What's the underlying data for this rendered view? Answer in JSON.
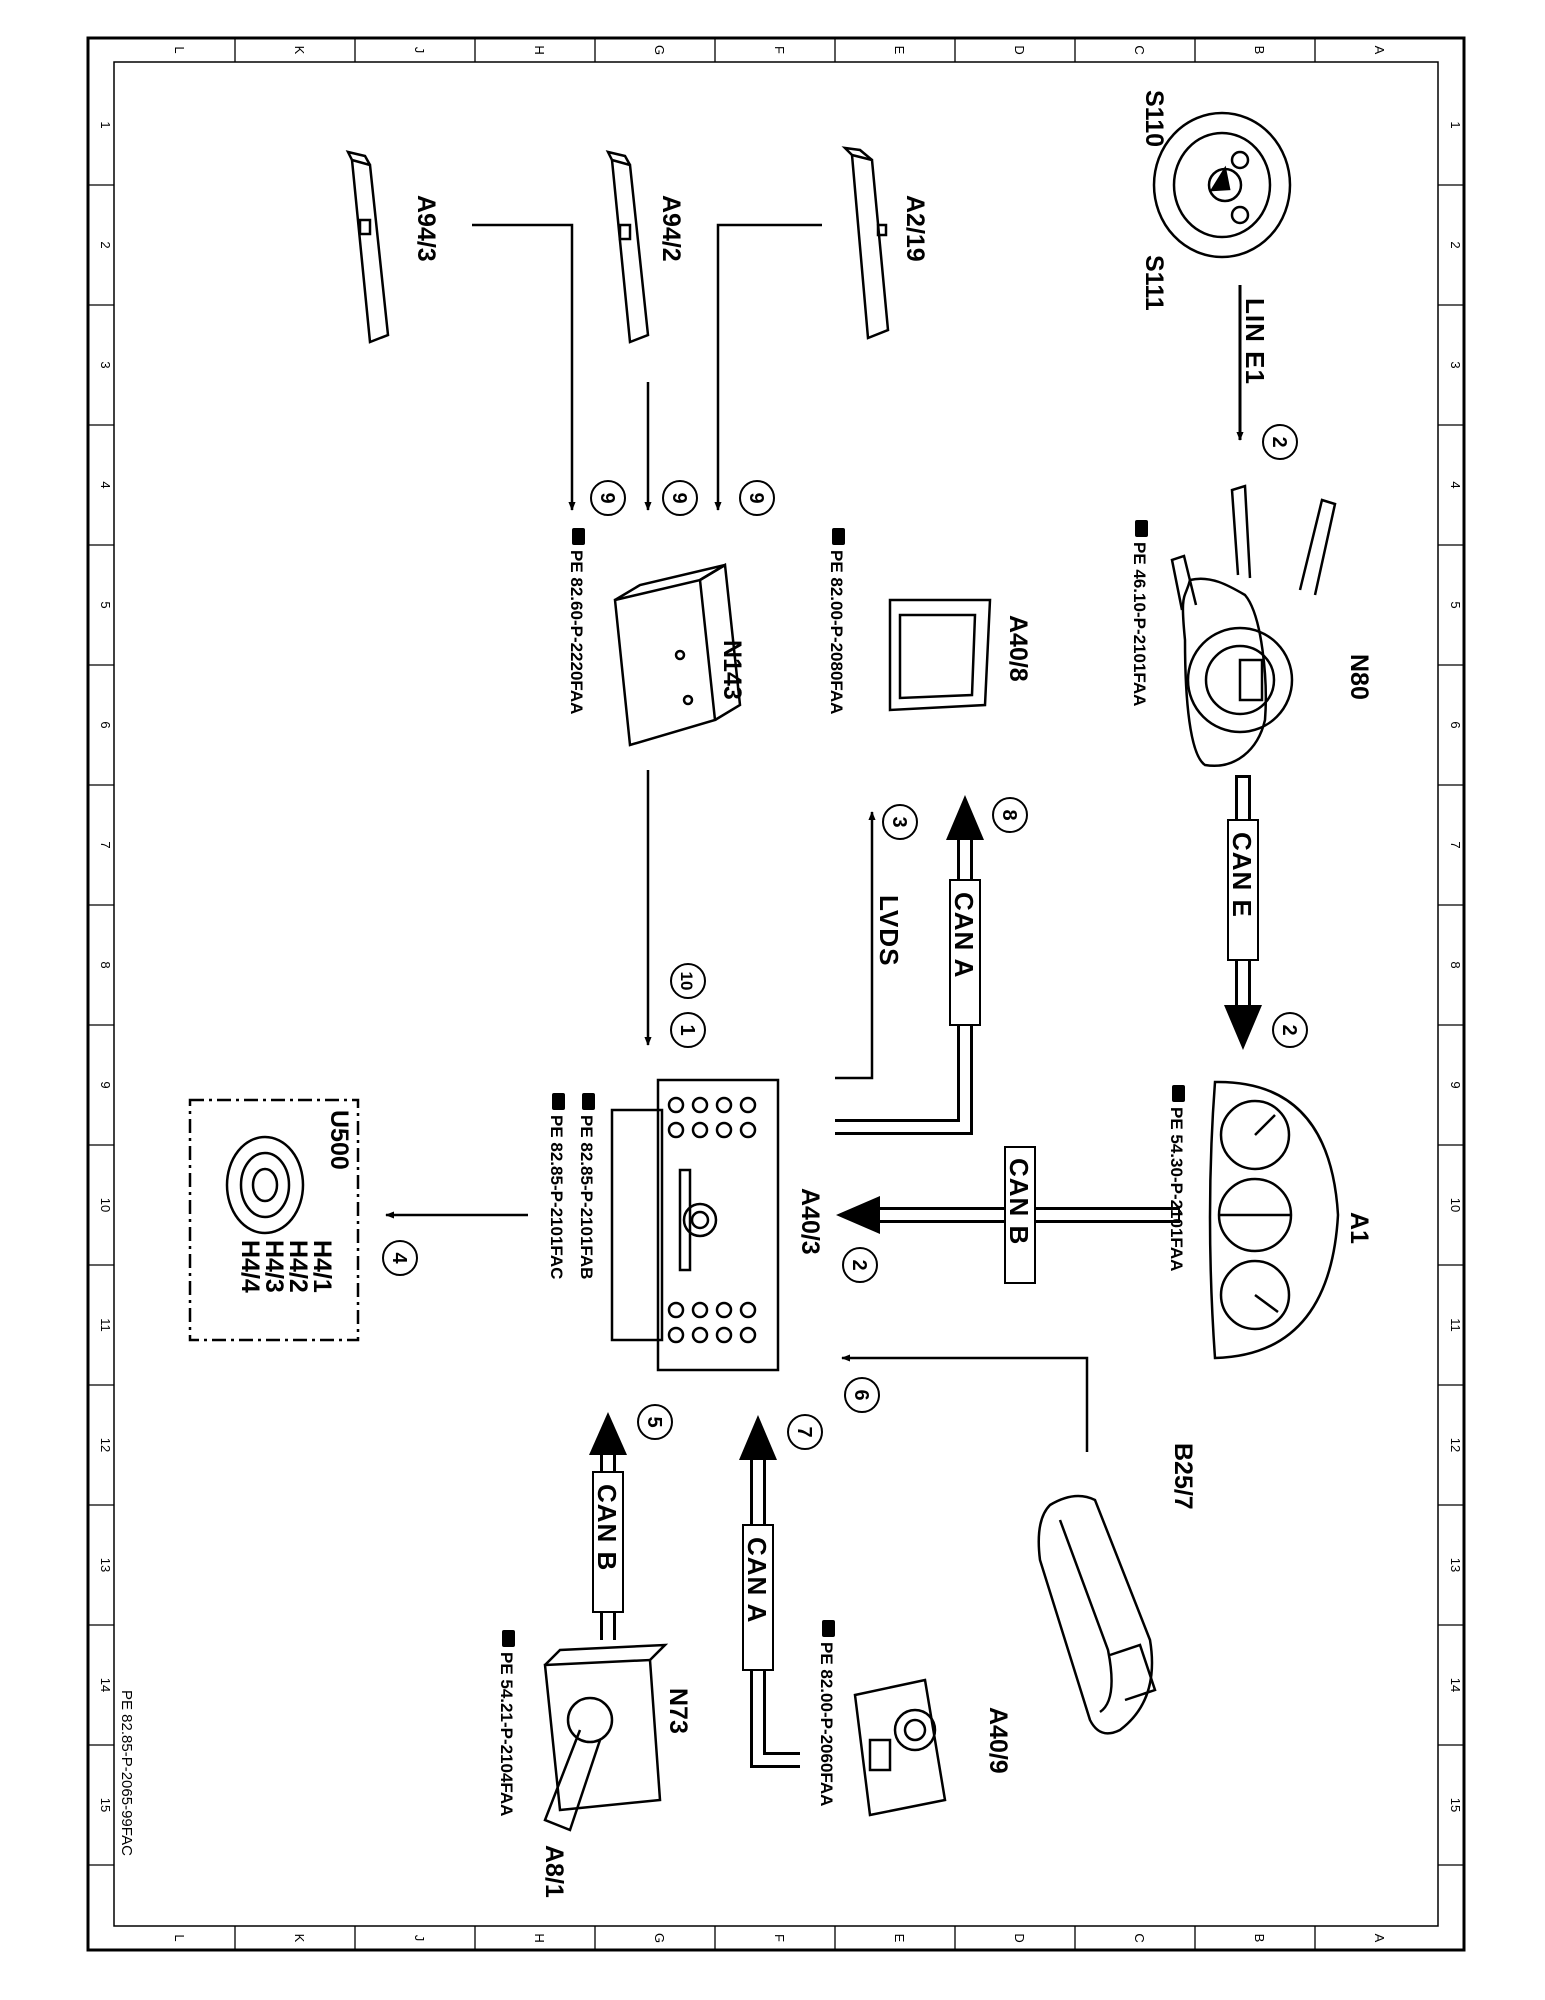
{
  "sheet_id": "PE 82.85-P-2065-99FAC",
  "frame": {
    "columns": [
      "L",
      "K",
      "J",
      "H",
      "G",
      "F",
      "E",
      "D",
      "C",
      "B",
      "A"
    ],
    "rows": [
      "1",
      "2",
      "3",
      "4",
      "5",
      "6",
      "7",
      "8",
      "9",
      "10",
      "11",
      "12",
      "13",
      "14",
      "15"
    ]
  },
  "components": {
    "s110": "S110",
    "s111": "S111",
    "n80": "N80",
    "a1": "A1",
    "a2_19": "A2/19",
    "a94_2": "A94/2",
    "a94_3": "A94/3",
    "a40_8": "A40/8",
    "n143": "N143",
    "a40_3": "A40/3",
    "u500": "U500",
    "h4_1": "H4/1",
    "h4_2": "H4/2",
    "h4_3": "H4/3",
    "h4_4": "H4/4",
    "b25_7": "B25/7",
    "a40_9": "A40/9",
    "n73": "N73",
    "a8_1": "A8/1"
  },
  "refs": {
    "n80": "PE 46.10-P-2101FAA",
    "a1": "PE 54.30-P-2101FAA",
    "a40_8": "PE 82.00-P-2080FAA",
    "n143": "PE 82.60-P-2220FAA",
    "a40_3_a": "PE 82.85-P-2101FAB",
    "a40_3_b": "PE 82.85-P-2101FAC",
    "a40_9": "PE 82.00-P-2060FAA",
    "n73": "PE 54.21-P-2104FAA"
  },
  "buses": {
    "lin_e1": "LIN E1",
    "can_e": "CAN E",
    "can_b_a1": "CAN B",
    "can_a_top": "CAN A",
    "lvds": "LVDS",
    "can_a_bottom": "CAN A",
    "can_b_bottom": "CAN B"
  },
  "numbers": {
    "n2_lin": "2",
    "n2_cane": "2",
    "n2_canb": "2",
    "n8": "8",
    "n3": "3",
    "n9_a": "9",
    "n9_b": "9",
    "n9_c": "9",
    "n10": "10",
    "n1": "1",
    "n4": "4",
    "n6": "6",
    "n7": "7",
    "n5": "5"
  }
}
